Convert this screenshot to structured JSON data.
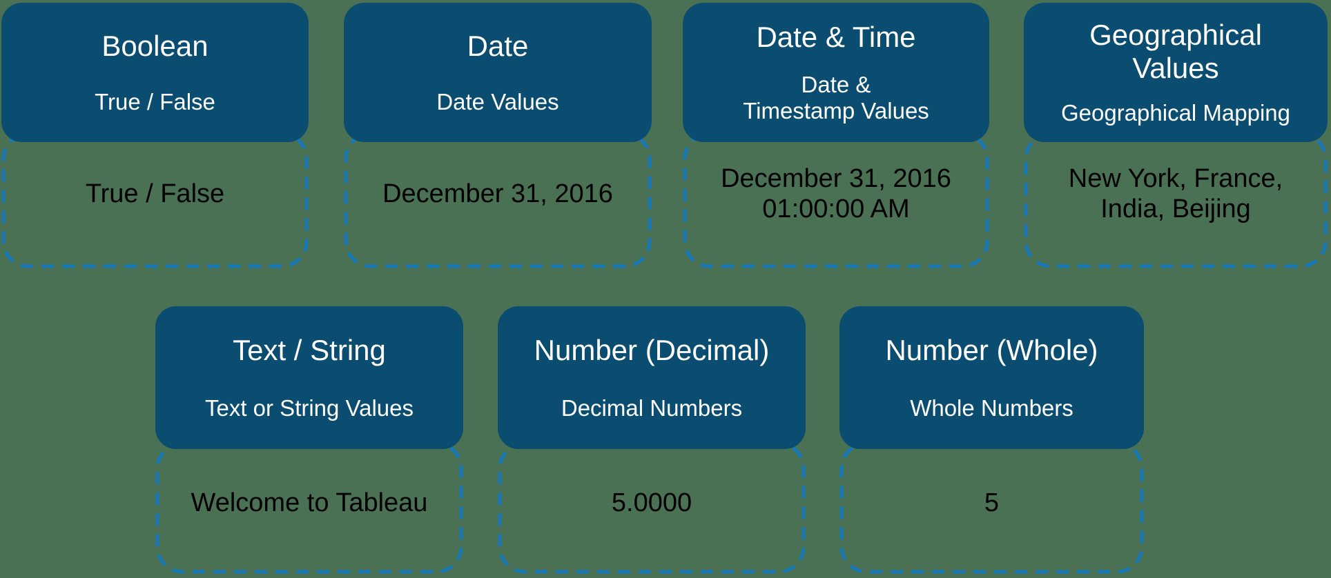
{
  "colors": {
    "background": "#4A7154",
    "header_fill": "#0A4D70",
    "dash_border": "#1879B8",
    "header_text": "#FFFFFF",
    "example_text": "#000000"
  },
  "cards": [
    {
      "id": "boolean",
      "title": "Boolean",
      "subtitle": "True / False",
      "example": "True / False"
    },
    {
      "id": "date",
      "title": "Date",
      "subtitle": "Date Values",
      "example": "December 31, 2016"
    },
    {
      "id": "date-time",
      "title": "Date & Time",
      "subtitle": "Date &\nTimestamp Values",
      "example": "December 31, 2016\n01:00:00 AM"
    },
    {
      "id": "geographical",
      "title": "Geographical\nValues",
      "subtitle": "Geographical Mapping",
      "example": "New York, France,\nIndia, Beijing"
    },
    {
      "id": "text-string",
      "title": "Text / String",
      "subtitle": "Text or String Values",
      "example": "Welcome to Tableau"
    },
    {
      "id": "number-decimal",
      "title": "Number (Decimal)",
      "subtitle": "Decimal Numbers",
      "example": "5.0000"
    },
    {
      "id": "number-whole",
      "title": "Number (Whole)",
      "subtitle": "Whole Numbers",
      "example": "5"
    }
  ]
}
